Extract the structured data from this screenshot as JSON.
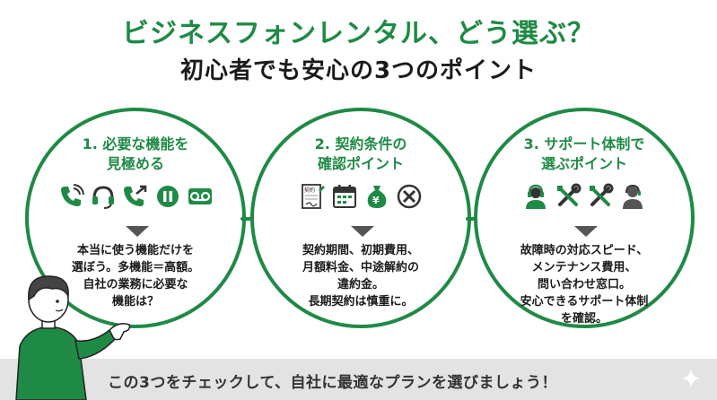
{
  "header": {
    "title_line1": "ビジネスフォンレンタル、どう選ぶ？",
    "title_line2": "初心者でも安心の3つのポイント"
  },
  "points": [
    {
      "title_line1": "1. 必要な機能を",
      "title_line2": "見極める",
      "icons": [
        "phone-icon",
        "headset-icon",
        "call-transfer-icon",
        "pause-icon",
        "voicemail-icon"
      ],
      "body": [
        "本当に使う機能だけを",
        "選ぼう。多機能＝高額。",
        "自社の業務に必要な",
        "機能は？"
      ]
    },
    {
      "title_line1": "2. 契約条件の",
      "title_line2": "確認ポイント",
      "icons": [
        "contract-document-icon",
        "calendar-icon",
        "yen-money-bag-icon",
        "cancel-icon"
      ],
      "contract_label": "契約",
      "yen_symbol": "¥",
      "body": [
        "契約期間、初期費用、",
        "月額料金、中途解約の",
        "違約金。",
        "長期契約は慎重に。"
      ]
    },
    {
      "title_line1": "3. サポート体制で",
      "title_line2": "選ぶポイント",
      "icons": [
        "support-operator-icon",
        "tools-icon",
        "tools-icon",
        "support-person-icon"
      ],
      "body": [
        "故障時の対応スピード、",
        "メンテナンス費用、",
        "問い合わせ窓口。",
        "安心できるサポート体制",
        "を確認。"
      ]
    }
  ],
  "footer": {
    "message": "この3つをチェックして、自社に最適なプランを選びましょう！"
  },
  "colors": {
    "accent": "#1f8a45",
    "text": "#1a1a1a",
    "footer_bg": "#e3e3e3"
  }
}
